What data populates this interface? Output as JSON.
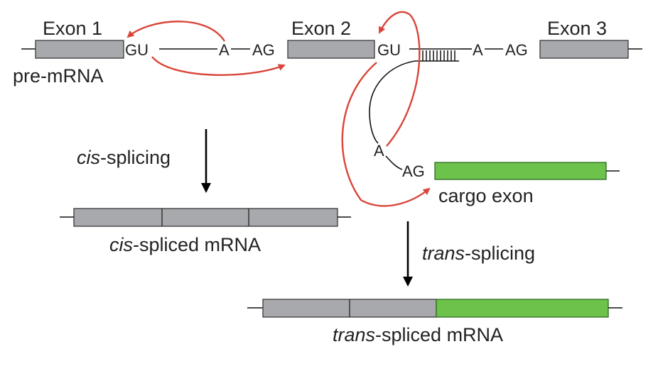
{
  "labels": {
    "exon1": "Exon 1",
    "exon2": "Exon 2",
    "exon3": "Exon 3",
    "pre_mrna": "pre-mRNA",
    "cargo_exon": "cargo exon",
    "cis_splicing_italic": "cis",
    "cis_splicing_rest": "-splicing",
    "cis_spliced_italic": "cis",
    "cis_spliced_rest": "-spliced mRNA",
    "trans_splicing_italic": "trans",
    "trans_splicing_rest": "-splicing",
    "trans_spliced_italic": "trans",
    "trans_spliced_rest": "-spliced mRNA"
  },
  "sequence": {
    "gu_1": "GU",
    "a_1": "A",
    "ag_1": "AG",
    "gu_2": "GU",
    "a_2": "A",
    "ag_2": "AG",
    "a_trans": "A",
    "ag_trans": "AG"
  },
  "colors": {
    "exon_gray": "#a8a9ad",
    "cargo_green": "#6cc24a",
    "arrow_red": "#d9453a",
    "arrow_black": "#000000"
  }
}
